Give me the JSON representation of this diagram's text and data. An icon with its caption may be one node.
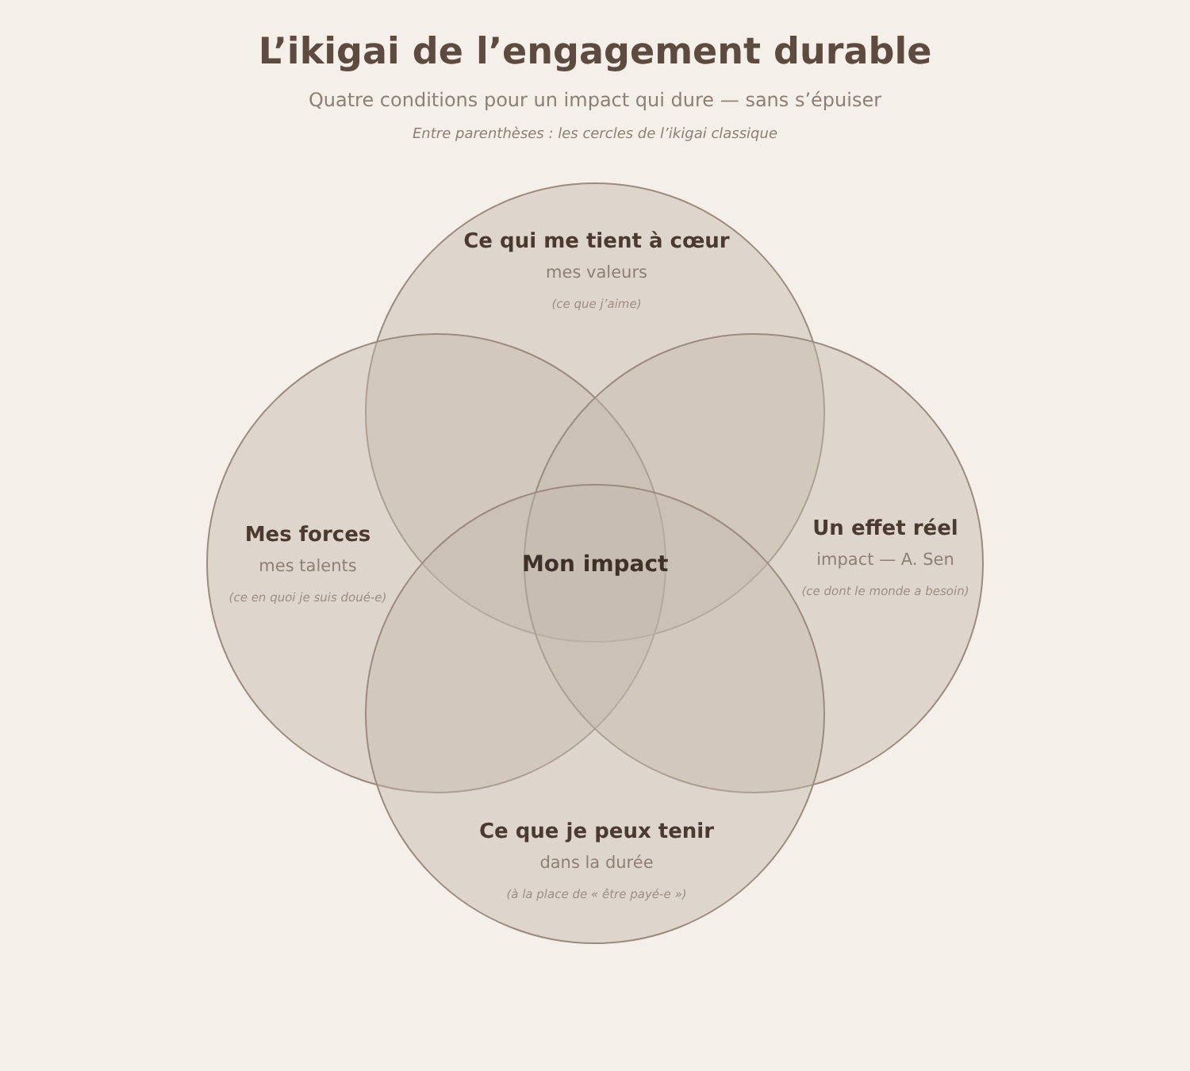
{
  "diagram": {
    "title": "L’ikigai de l’engagement durable",
    "nodes": [
      {
        "text": [
          "Ce qui me tient à cœur",
          "mes valeurs",
          "(ce que j’aime)"
        ]
      },
      {
        "text": [
          "Mes forces",
          "mes talents",
          "(ce en quoi je suis doué-e)"
        ]
      },
      {
        "text": [
          "Un effet réel",
          "impact — A. Sen",
          "(ce dont le monde a besoin)"
        ]
      },
      {
        "text": [
          "Ce que je peux tenir",
          "dans la durée",
          "(à la place de « être payé-e »)"
        ]
      },
      {
        "text": [
          "Mon impact"
        ]
      }
    ],
    "edges": [],
    "labels": [
      "Quatre conditions pour un impact qui dure — sans s’épuiser",
      "Entre parenthèses : les cercles de l’ikigai classique"
    ]
  }
}
